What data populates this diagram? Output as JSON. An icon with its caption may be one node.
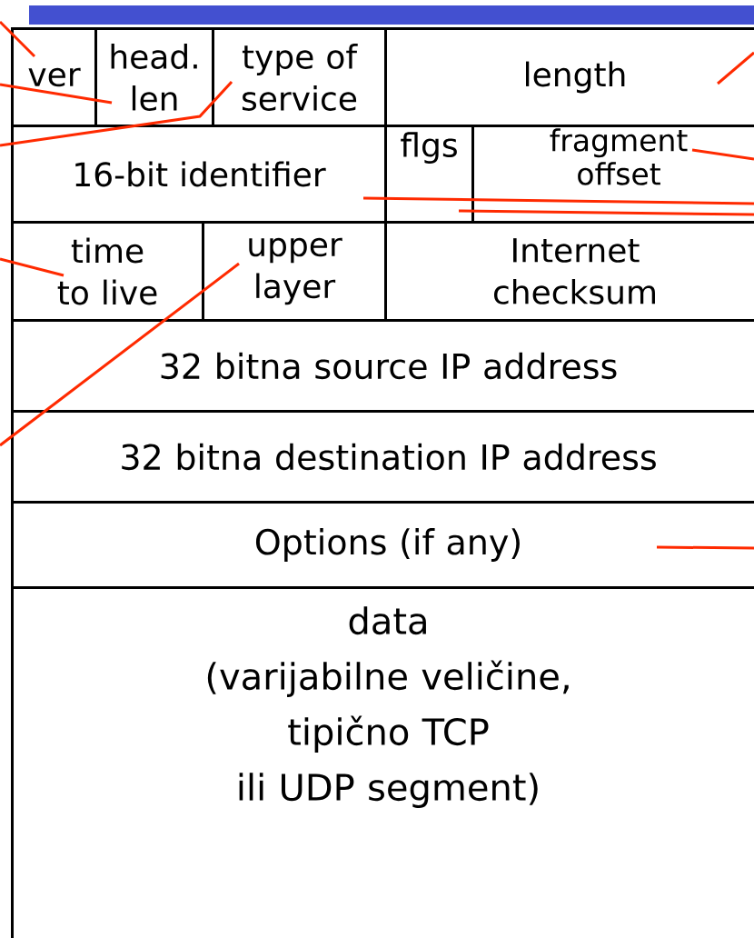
{
  "diagram": {
    "nodes": [
      {
        "text": [
          "ver"
        ]
      },
      {
        "text": [
          "head. len"
        ]
      },
      {
        "text": [
          "type of service"
        ]
      },
      {
        "text": [
          "length"
        ]
      },
      {
        "text": [
          "16-bit identifier"
        ]
      },
      {
        "text": [
          "flgs"
        ]
      },
      {
        "text": [
          "fragment offset"
        ]
      },
      {
        "text": [
          "time to live"
        ]
      },
      {
        "text": [
          "upper layer"
        ]
      },
      {
        "text": [
          "Internet checksum"
        ]
      },
      {
        "text": [
          "32 bitna source IP address"
        ]
      },
      {
        "text": [
          "32 bitna destination IP address"
        ]
      },
      {
        "text": [
          "Options (if any)"
        ]
      },
      {
        "text": [
          "data",
          "(varijabilne veličine, tipično TCP ili UDP segment)"
        ]
      }
    ],
    "edges": [
      {
        "from": null,
        "to": 0,
        "arrow": "none"
      },
      {
        "from": null,
        "to": 1,
        "arrow": "none"
      },
      {
        "from": null,
        "to": 2,
        "arrow": "none"
      },
      {
        "from": null,
        "to": 3,
        "arrow": "none"
      },
      {
        "from": null,
        "to": 6,
        "arrow": "none"
      },
      {
        "from": null,
        "to": 4,
        "arrow": "none"
      },
      {
        "from": null,
        "to": 5,
        "arrow": "none"
      },
      {
        "from": null,
        "to": 7,
        "arrow": "none"
      },
      {
        "from": null,
        "to": 8,
        "arrow": "none"
      },
      {
        "from": null,
        "to": 12,
        "arrow": "none"
      }
    ]
  }
}
